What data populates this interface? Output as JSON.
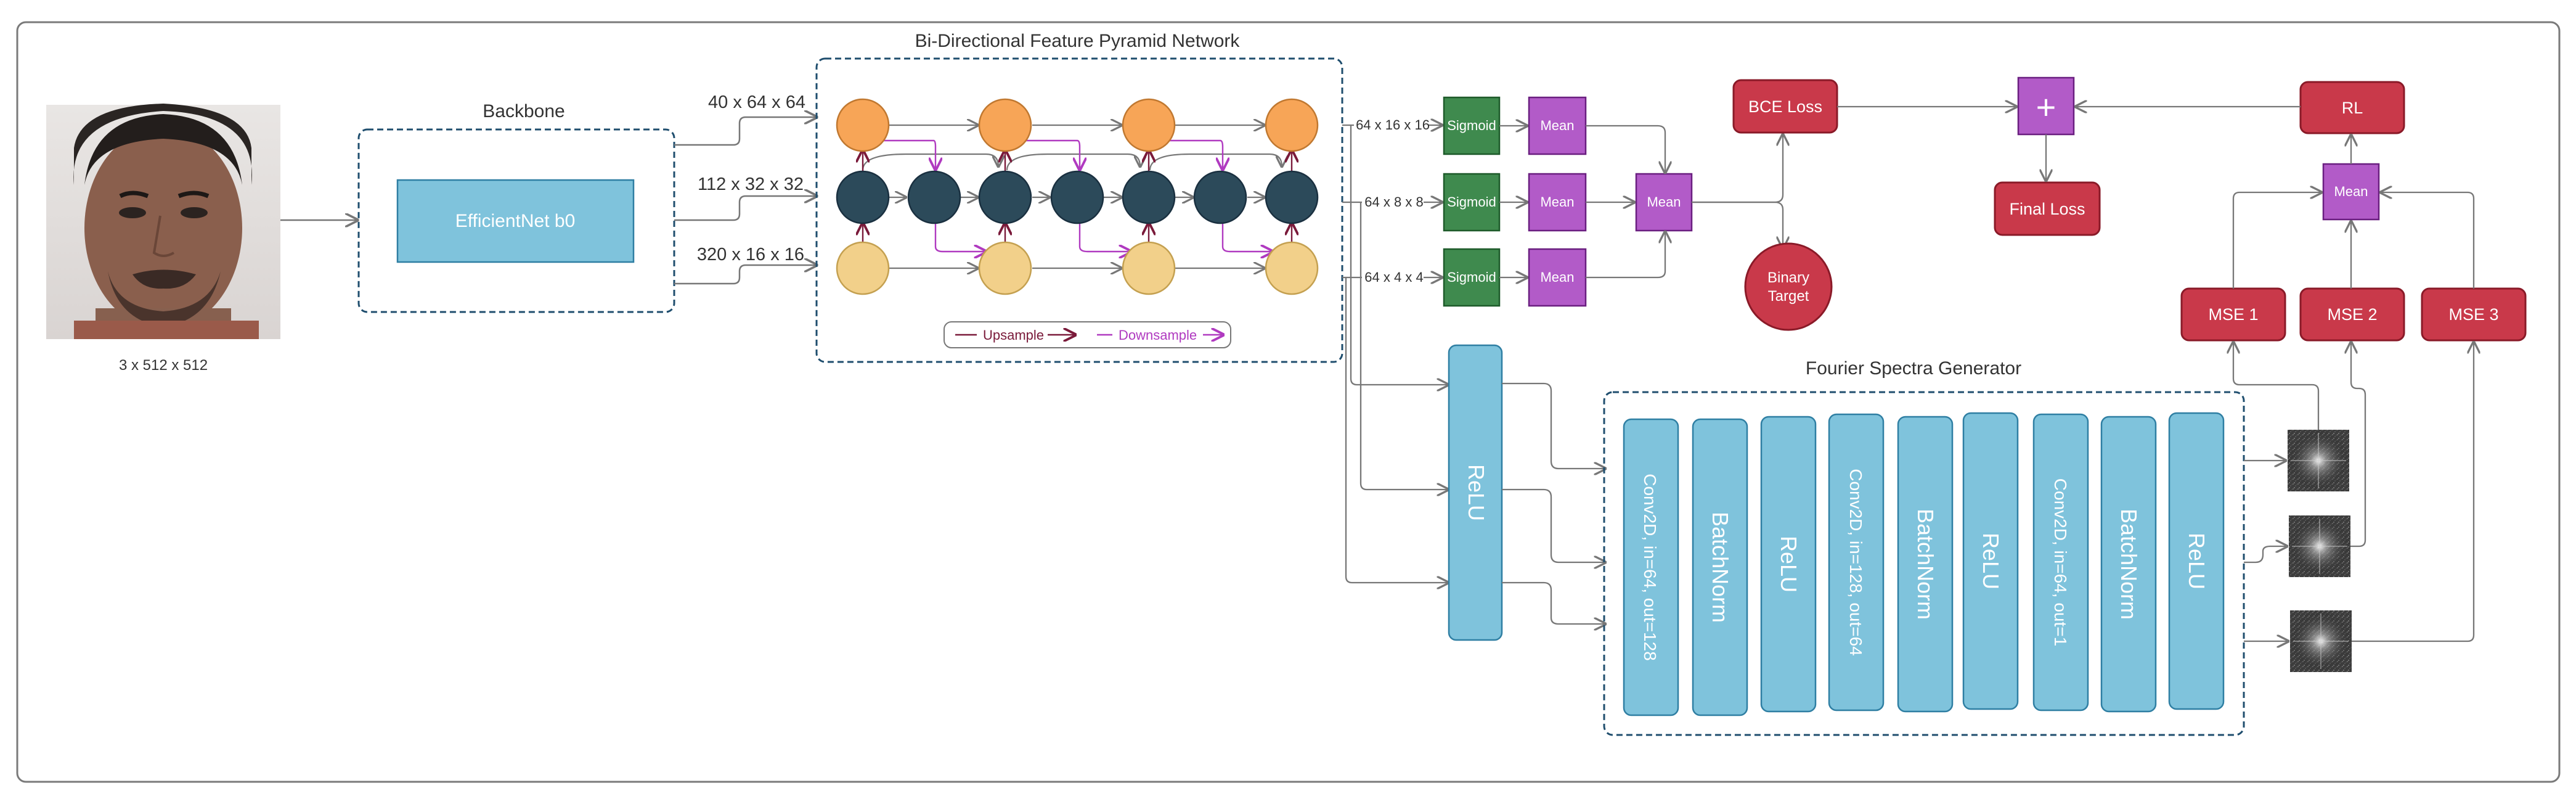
{
  "colors": {
    "frame": "#7a7a7a",
    "dashed_border": "#1f4e6e",
    "light_blue": "#7fc3dc",
    "light_blue_border": "#2f7fa3",
    "orange_node": "#f7a557",
    "yellow_node": "#f2d08a",
    "dark_node": "#2c4a5a",
    "green": "#3f8a4e",
    "purple": "#b25bc8",
    "red": "#c9394a",
    "upsample": "#7a1a3a",
    "downsample": "#b03ac0",
    "line": "#777777"
  },
  "input_image": {
    "caption": "3 x 512 x 512"
  },
  "backbone": {
    "title": "Backbone",
    "block": "EfficientNet b0"
  },
  "feature_shapes": [
    "40 x 64 x 64",
    "112 x 32 x 32",
    "320 x 16 x 16"
  ],
  "bifpn": {
    "title": "Bi-Directional Feature Pyramid Network",
    "legend_upsample": "Upsample",
    "legend_downsample": "Downsample"
  },
  "head_shapes": [
    "64 x 16 x 16",
    "64 x 8 x 8",
    "64 x 4 x 4"
  ],
  "sigmoid_label": "Sigmoid",
  "mean_label": "Mean",
  "relu_label": "ReLU",
  "fourier": {
    "title": "Fourier Spectra Generator",
    "layers": [
      "Conv2D, in=64, out=128",
      "BatchNorm",
      "ReLU",
      "Conv2D, in=128, out=64",
      "BatchNorm",
      "ReLU",
      "Conv2D, in=64, out=1",
      "BatchNorm",
      "ReLU"
    ]
  },
  "losses": {
    "bce": "BCE Loss",
    "plus": "+",
    "final": "Final Loss",
    "rl": "RL",
    "mse": [
      "MSE 1",
      "MSE 2",
      "MSE 3"
    ],
    "binary_target": "Binary Target"
  }
}
